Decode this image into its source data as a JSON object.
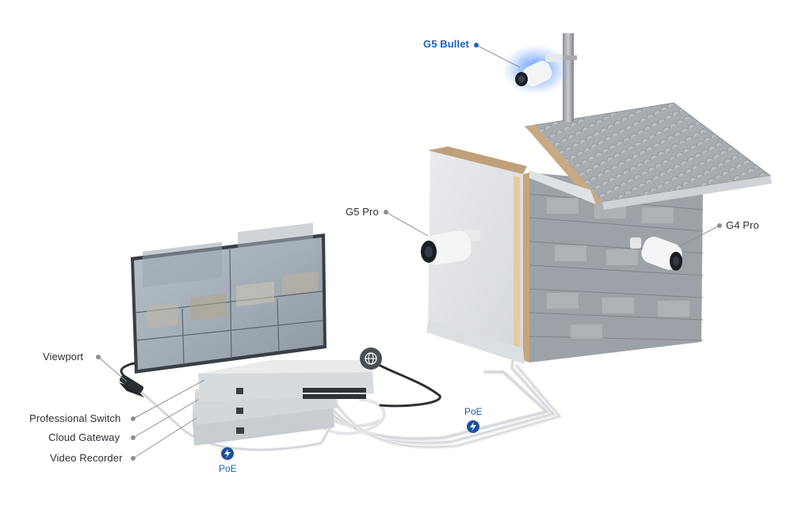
{
  "labels": {
    "g5_bullet": "G5 Bullet",
    "g5_pro": "G5 Pro",
    "g4_pro": "G4 Pro",
    "viewport": "Viewport",
    "professional_switch": "Professional Switch",
    "cloud_gateway": "Cloud Gateway",
    "video_recorder": "Video Recorder"
  },
  "poe": {
    "left": "PoE",
    "right": "PoE"
  },
  "colors": {
    "accent_blue": "#1a63c4",
    "poe_badge": "#1e4f9e",
    "glow": "#4d8dff",
    "label_text": "#2b2f36",
    "leader_dot": "#8a8f96"
  },
  "icons": {
    "internet": "globe-icon",
    "poe": "lightning-bolt-icon"
  }
}
